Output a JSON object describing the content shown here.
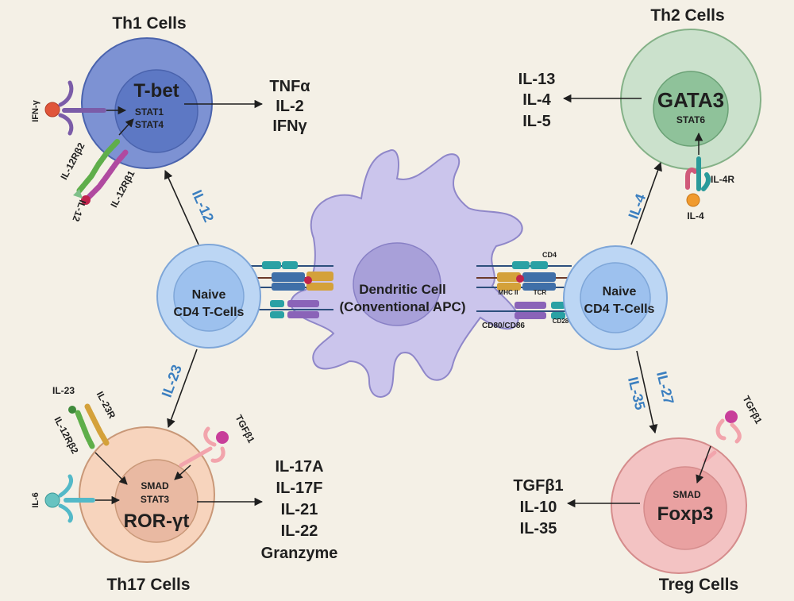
{
  "title_th1": "Th1 Cells",
  "title_th2": "Th2 Cells",
  "title_th17": "Th17 Cells",
  "title_treg": "Treg Cells",
  "th1": {
    "tf": "T-bet",
    "stat1": "STAT1",
    "stat2": "STAT4",
    "outputs": [
      "TNFα",
      "IL-2",
      "IFNγ"
    ],
    "ifng": "IFN-γ",
    "r2": "IL-12Rβ2",
    "r1": "IL-12Rβ1",
    "il12": "IL-12"
  },
  "th2": {
    "tf": "GATA3",
    "stat": "STAT6",
    "outputs": [
      "IL-13",
      "IL-4",
      "IL-5"
    ],
    "receptor": "IL-4R",
    "ligand": "IL-4"
  },
  "th17": {
    "tf": "ROR-γt",
    "smad": "SMAD",
    "stat": "STAT3",
    "outputs": [
      "IL-17A",
      "IL-17F",
      "IL-21",
      "IL-22",
      "Granzyme"
    ],
    "il23": "IL-23",
    "il23r": "IL-23R",
    "r2": "IL-12Rβ2",
    "il6": "IL-6",
    "tgf": "TGFβ1"
  },
  "treg": {
    "tf": "Foxp3",
    "smad": "SMAD",
    "outputs": [
      "TGFβ1",
      "IL-10",
      "IL-35"
    ],
    "tgf": "TGFβ1"
  },
  "naive_left": [
    "Naive",
    "CD4 T-Cells"
  ],
  "naive_right": [
    "Naive",
    "CD4 T-Cells"
  ],
  "dc": [
    "Dendritic Cell",
    "(Conventional APC)"
  ],
  "arrows": {
    "il12": "IL-12",
    "il23": "IL-23",
    "il4": "IL-4",
    "il35": "IL-35",
    "il27": "IL-27"
  },
  "synapse": {
    "cd4": "CD4",
    "mhc": "MHC II",
    "tcr": "TCR",
    "cd80": "CD80/CD86",
    "cd28": "CD28"
  },
  "colors": {
    "background": "#f4f0e6",
    "th1": "#6f86c9",
    "th2": "#bcd9bf",
    "th17": "#f7cfb3",
    "treg": "#f3b9b9",
    "naive": "#9dc1ee",
    "dc": "#c9c3ea",
    "label_blue": "#3b7fc0"
  }
}
